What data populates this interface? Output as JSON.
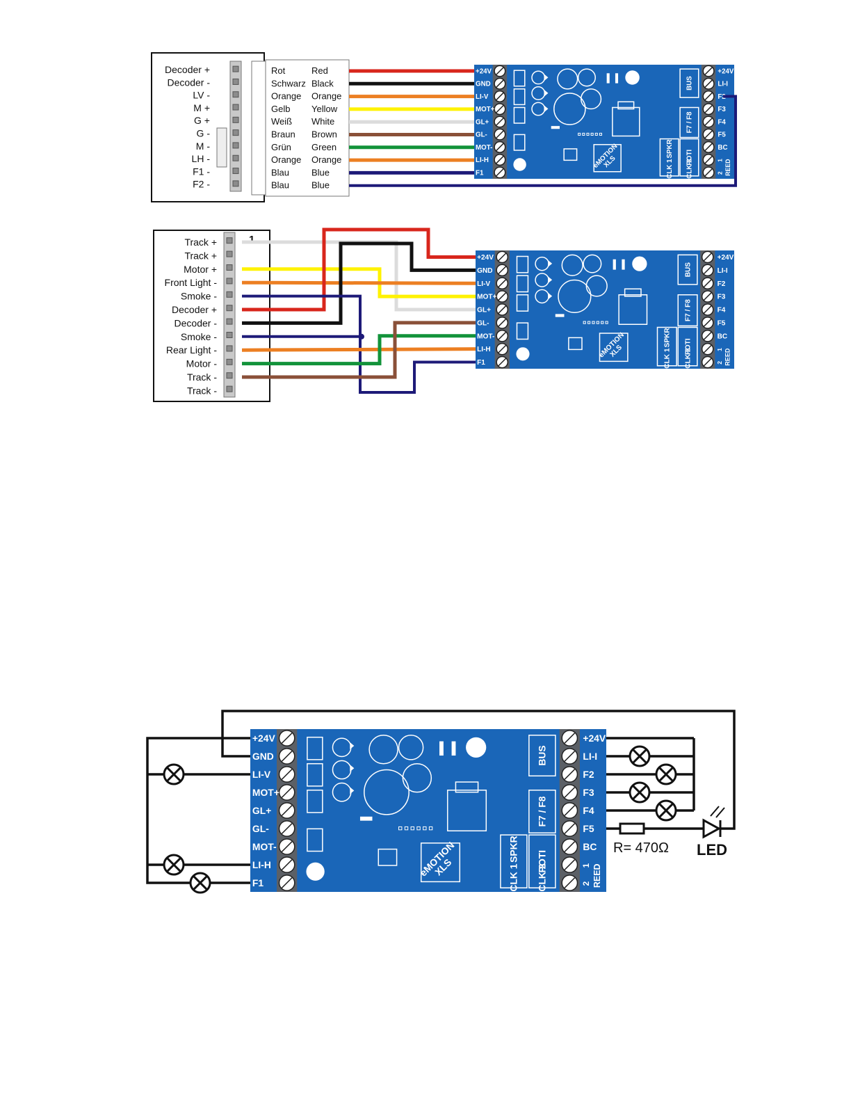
{
  "colors": {
    "pcb_blue": "#1a66b8",
    "terminal_grey": "#5c6066",
    "red": "#d8261c",
    "black": "#111111",
    "orange": "#ec7f22",
    "yellow": "#fff200",
    "white_wire": "#dcdcdc",
    "brown": "#8a5038",
    "green": "#12933a",
    "blue": "#1d1a78"
  },
  "pcb": {
    "left_pins": [
      "+24V",
      "GND",
      "LI-V",
      "MOT+",
      "GL+",
      "GL-",
      "MOT-",
      "LI-H",
      "F1"
    ],
    "right_pins": [
      "+24V",
      "LI-I",
      "F2",
      "F3",
      "F4",
      "F5",
      "BC",
      "1",
      "2"
    ],
    "reed_label": "REED",
    "brand_line1": "eMOTION",
    "brand_line2": "XLS",
    "bus": "BUS",
    "f7f8": "F7 / F8",
    "spkr": "SPKR",
    "poti": "POTI",
    "clk1": "CLK 1",
    "clk2": "CLK 2"
  },
  "diagram1": {
    "connector_labels": [
      "Decoder +",
      "Decoder -",
      "LV -",
      "M +",
      "G +",
      "G -",
      "M -",
      "LH -",
      "F1 -",
      "F2 -"
    ],
    "wires": [
      {
        "de": "Rot",
        "en": "Red",
        "color_key": "red"
      },
      {
        "de": "Schwarz",
        "en": "Black",
        "color_key": "black"
      },
      {
        "de": "Orange",
        "en": "Orange",
        "color_key": "orange"
      },
      {
        "de": "Gelb",
        "en": "Yellow",
        "color_key": "yellow"
      },
      {
        "de": "Weiß",
        "en": "White",
        "color_key": "white_wire"
      },
      {
        "de": "Braun",
        "en": "Brown",
        "color_key": "brown"
      },
      {
        "de": "Grün",
        "en": "Green",
        "color_key": "green"
      },
      {
        "de": "Orange",
        "en": "Orange",
        "color_key": "orange"
      },
      {
        "de": "Blau",
        "en": "Blue",
        "color_key": "blue"
      },
      {
        "de": "Blau",
        "en": "Blue",
        "color_key": "blue"
      }
    ]
  },
  "diagram2": {
    "pin_one_marker": "1",
    "connector_labels": [
      "Track +",
      "Track +",
      "Motor +",
      "Front Light -",
      "Smoke -",
      "Decoder +",
      "Decoder -",
      "Smoke -",
      "Rear Light -",
      "Motor -",
      "Track -",
      "Track -"
    ]
  },
  "diagram3": {
    "resistor_label": "R= 470Ω",
    "led_label": "LED"
  }
}
